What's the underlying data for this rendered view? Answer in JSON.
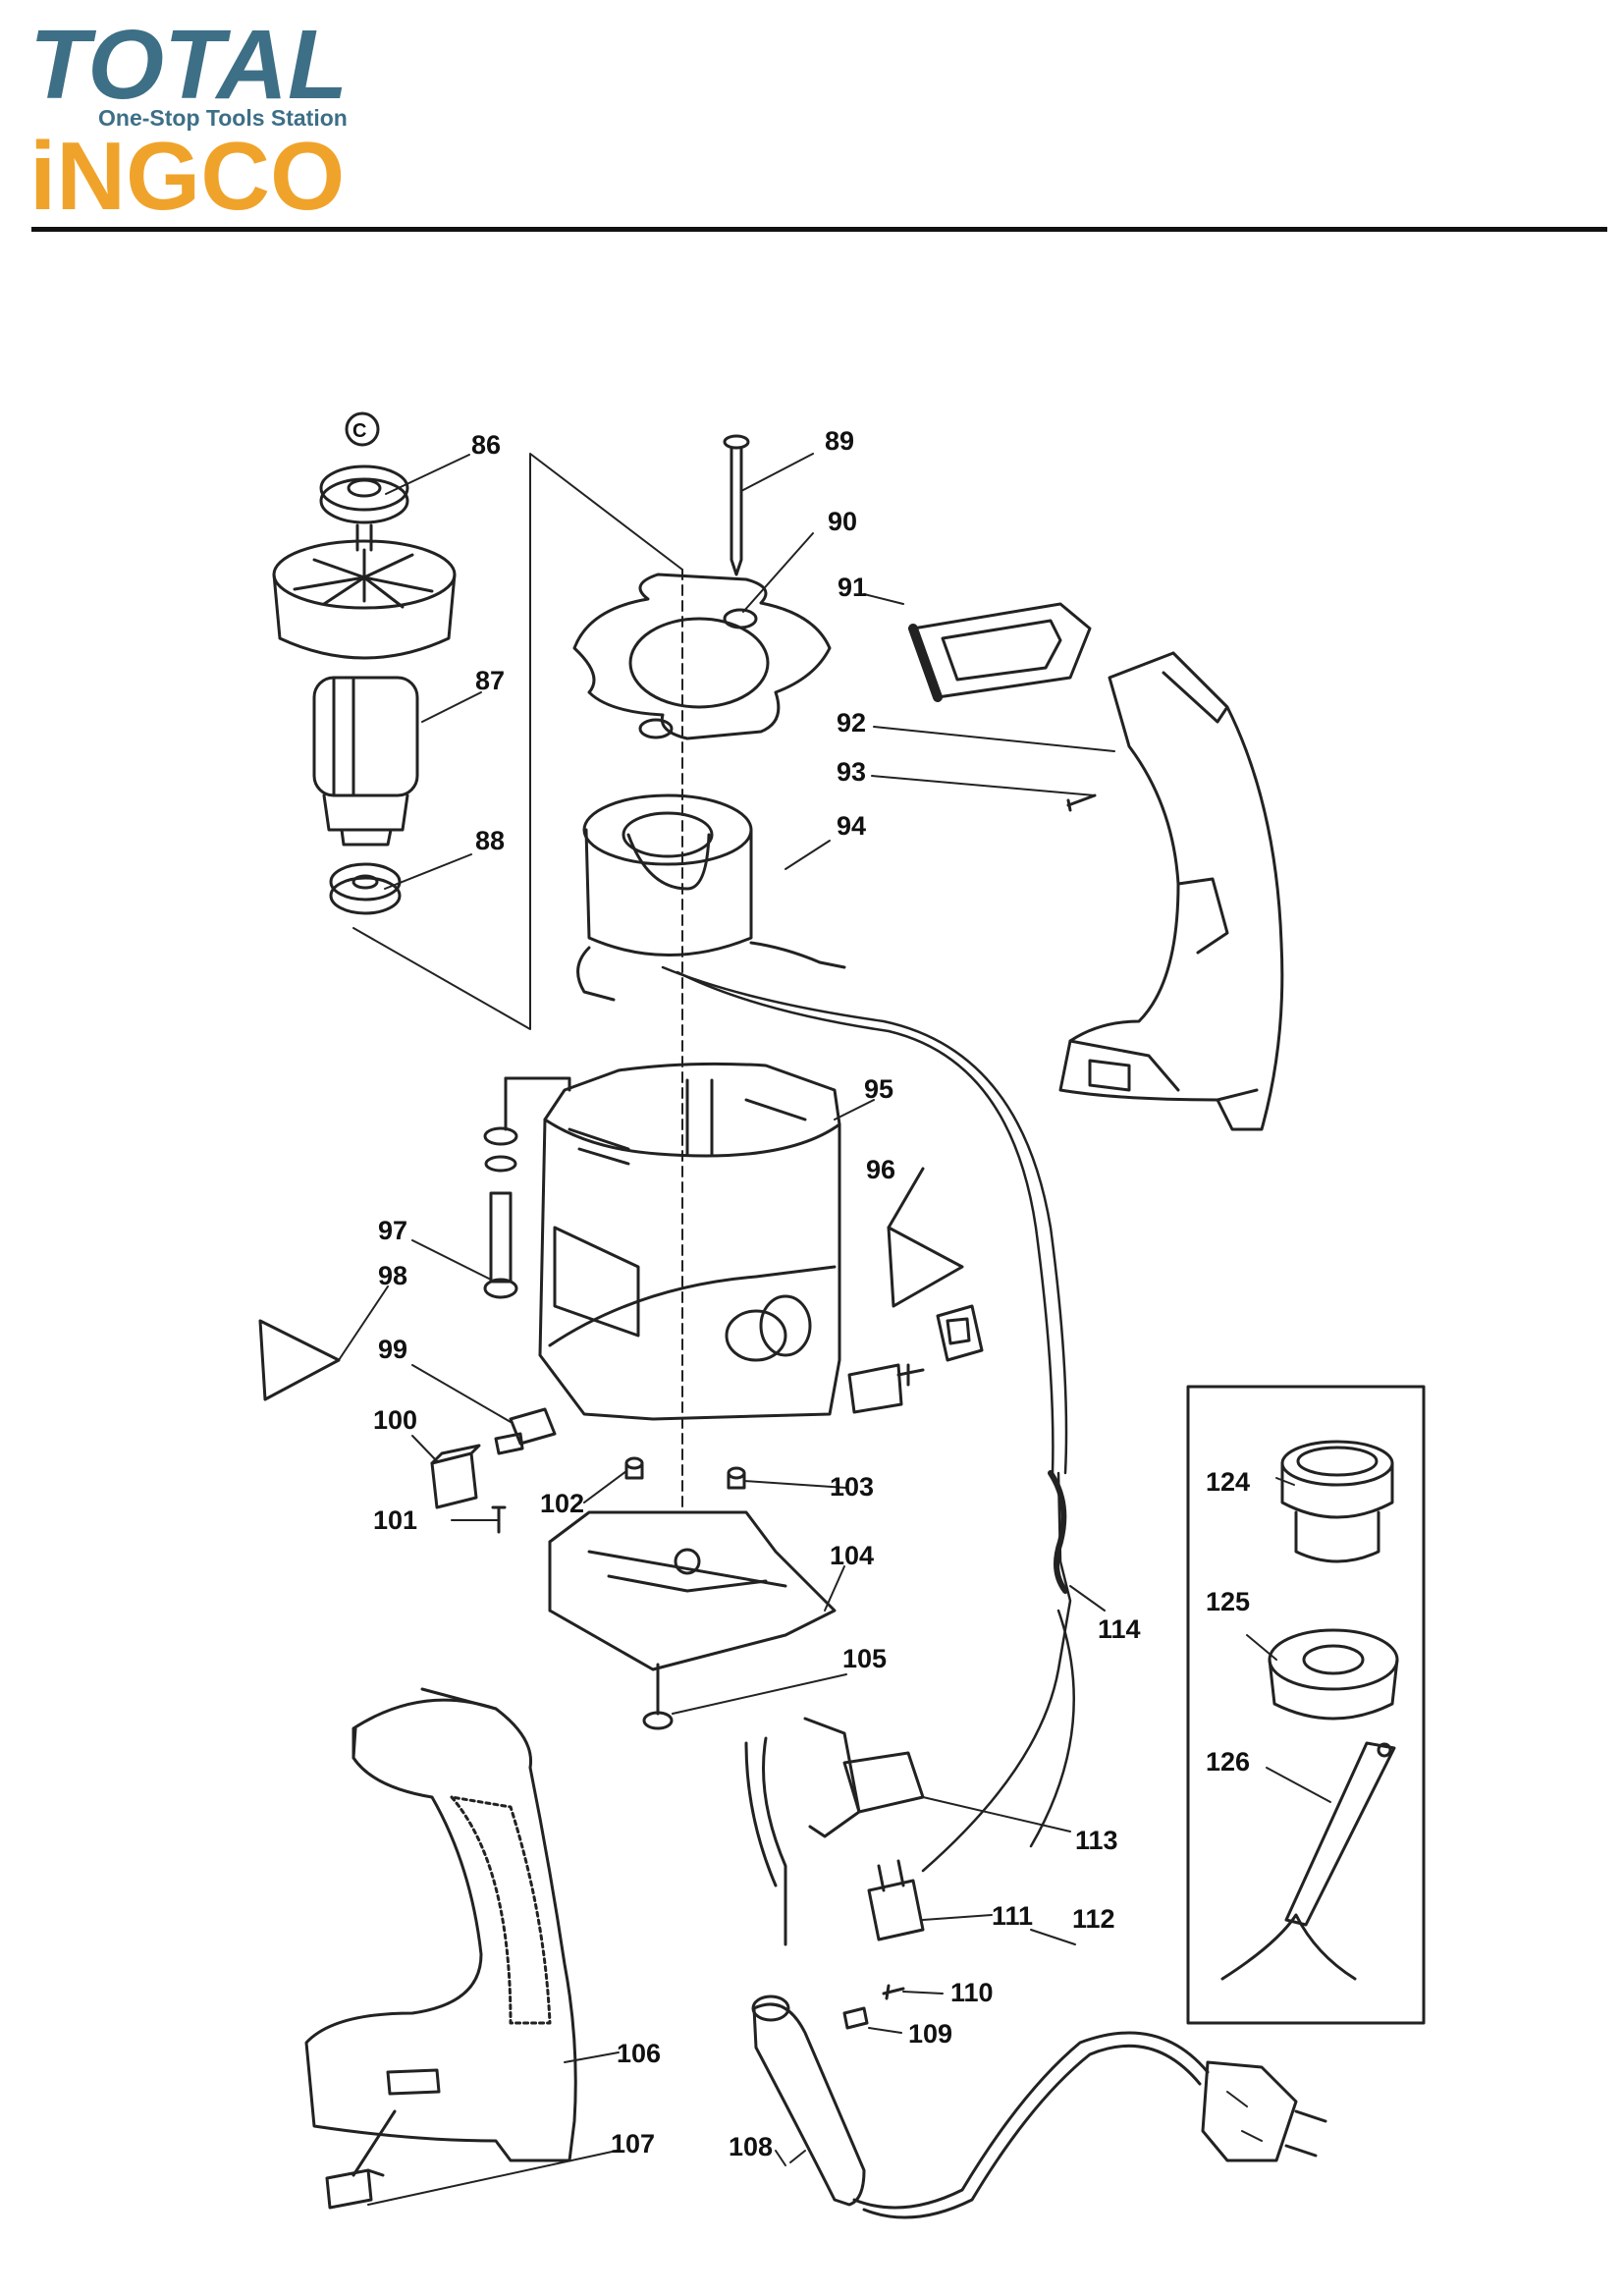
{
  "brand": {
    "total": "TOTAL",
    "tagline": "One-Stop Tools Station",
    "ingco": "iNGCO",
    "colors": {
      "total": "#3d6f86",
      "ingco": "#f0a32a"
    }
  },
  "diagram": {
    "callouts": [
      "86",
      "87",
      "88",
      "89",
      "90",
      "91",
      "92",
      "93",
      "94",
      "95",
      "96",
      "97",
      "98",
      "99",
      "100",
      "101",
      "102",
      "103",
      "104",
      "105",
      "106",
      "107",
      "108",
      "109",
      "110",
      "111",
      "112",
      "113",
      "114",
      "124",
      "125",
      "126"
    ],
    "symbol": "C"
  }
}
